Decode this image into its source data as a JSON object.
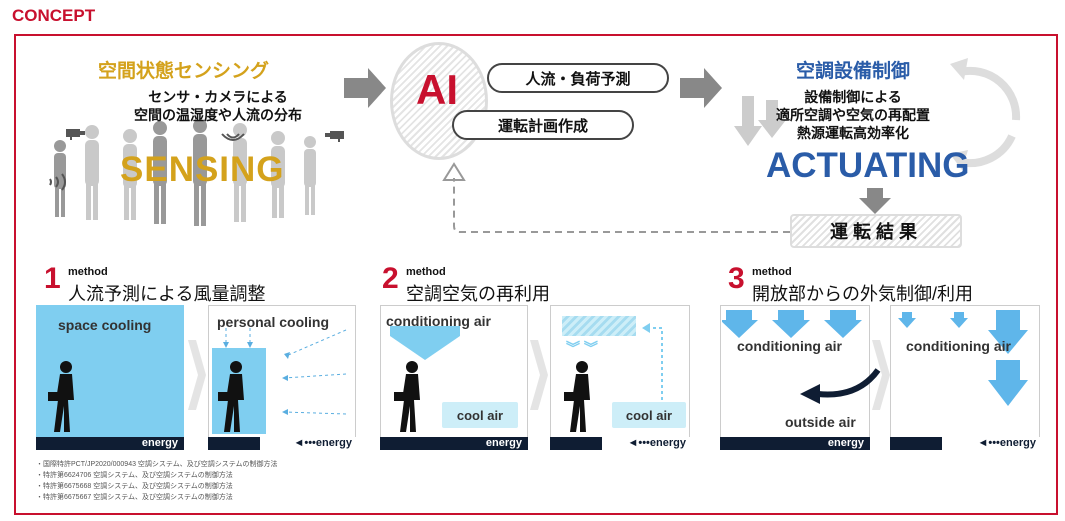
{
  "header": {
    "concept": "CONCEPT"
  },
  "sensing": {
    "title": "空間状態センシング",
    "desc": [
      "センサ・カメラによる",
      "空間の温湿度や人流の分布"
    ],
    "big": "SENSING"
  },
  "ai": {
    "label": "AI",
    "pill1": "人流・負荷予測",
    "pill2": "運転計画作成"
  },
  "actuating": {
    "title": "空調設備制御",
    "desc": [
      "設備制御による",
      "適所空調や空気の再配置",
      "熱源運転高効率化"
    ],
    "big": "ACTUATING",
    "result": "運転結果"
  },
  "methods": [
    {
      "num": "1",
      "word": "method",
      "title": "人流予測による風量調整"
    },
    {
      "num": "2",
      "word": "method",
      "title": "空調空気の再利用"
    },
    {
      "num": "3",
      "word": "method",
      "title": "開放部からの外気制御/利用"
    }
  ],
  "panels": {
    "p1": {
      "label": "space cooling",
      "energy": "energy"
    },
    "p2": {
      "label": "personal cooling",
      "energy": "energy"
    },
    "p3": {
      "label": "conditioning air",
      "cool": "cool air",
      "energy": "energy"
    },
    "p4": {
      "cool": "cool air",
      "energy": "energy"
    },
    "p5": {
      "label": "conditioning air",
      "outside": "outside air",
      "energy": "energy"
    },
    "p6": {
      "label": "conditioning air",
      "energy": "energy"
    }
  },
  "colors": {
    "accent": "#c8102e",
    "gold": "#d4a21c",
    "blue": "#2a5ca8",
    "sky": "#7fcef0",
    "navy": "#0f1d33"
  },
  "footnotes": [
    "・国際特許PCT/JP2020/000943 空調システム、及び空調システムの制御方法",
    "・特許第6624706 空調システム、及び空調システムの制御方法",
    "・特許第6675668 空調システム、及び空調システムの制御方法",
    "・特許第6675667 空調システム、及び空調システムの制御方法"
  ]
}
